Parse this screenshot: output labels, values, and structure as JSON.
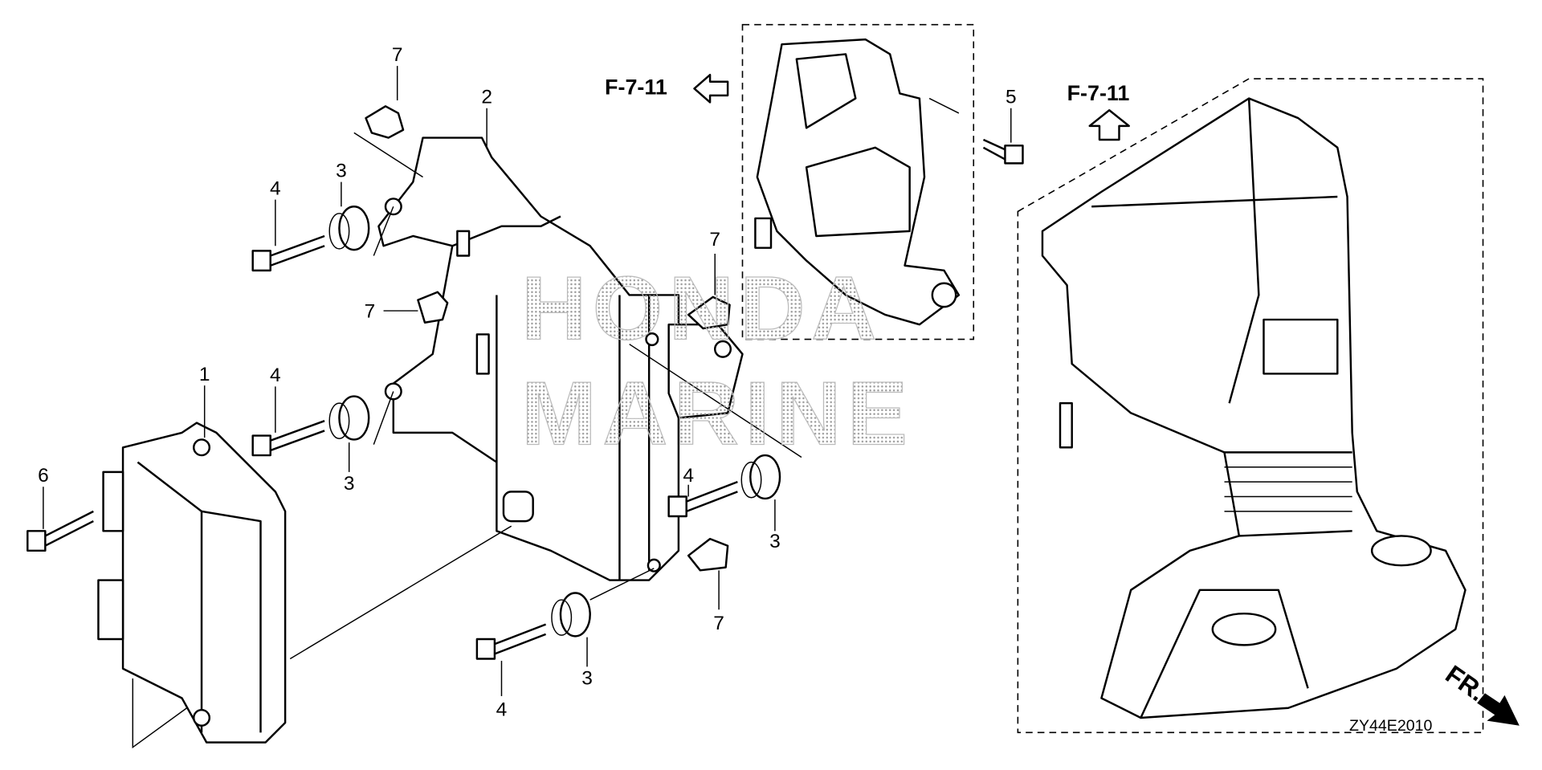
{
  "diagram": {
    "callouts": [
      {
        "id": "c7a",
        "label": "7"
      },
      {
        "id": "c2",
        "label": "2"
      },
      {
        "id": "c3a",
        "label": "3"
      },
      {
        "id": "c4a",
        "label": "4"
      },
      {
        "id": "c7b",
        "label": "7"
      },
      {
        "id": "c1",
        "label": "1"
      },
      {
        "id": "c4b",
        "label": "4"
      },
      {
        "id": "c3b",
        "label": "3"
      },
      {
        "id": "c6",
        "label": "6"
      },
      {
        "id": "c7c",
        "label": "7"
      },
      {
        "id": "c4c",
        "label": "4"
      },
      {
        "id": "c3c",
        "label": "3"
      },
      {
        "id": "c7d",
        "label": "7"
      },
      {
        "id": "c3d",
        "label": "3"
      },
      {
        "id": "c4d",
        "label": "4"
      },
      {
        "id": "c5",
        "label": "5"
      }
    ],
    "references": [
      {
        "label": "F-7-11",
        "arrow": "left"
      },
      {
        "label": "F-7-11",
        "arrow": "up"
      }
    ],
    "front_indicator": "FR.",
    "diagram_code": "ZY44E2010",
    "watermark": [
      "HONDA",
      "MARINE"
    ]
  }
}
